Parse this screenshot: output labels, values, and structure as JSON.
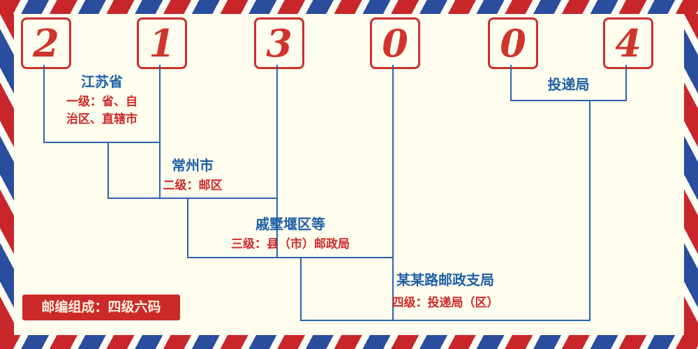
{
  "postal_code": {
    "digits": [
      "2",
      "1",
      "3",
      "0",
      "0",
      "4"
    ]
  },
  "levels": [
    {
      "name": "江苏省",
      "desc": "一级：省、自治区、直辖市"
    },
    {
      "name": "常州市",
      "desc": "二级：邮区"
    },
    {
      "name": "戚墅堰区等",
      "desc": "三级：县（市）邮政局"
    },
    {
      "name": "某某路邮政支局",
      "desc": "四级：投递局（区）"
    },
    {
      "name": "投递局",
      "desc": ""
    }
  ],
  "footer": {
    "composition": "邮编组成：四级六码"
  },
  "colors": {
    "digit_red": "#d0342c",
    "box_border_red": "#c9302c",
    "text_red": "#cc2a28",
    "text_blue": "#1d5fa8",
    "line_blue": "#2a63ad",
    "stripe_red": "#c8262b",
    "stripe_blue": "#2b4d9e",
    "background": "#fffdee"
  }
}
